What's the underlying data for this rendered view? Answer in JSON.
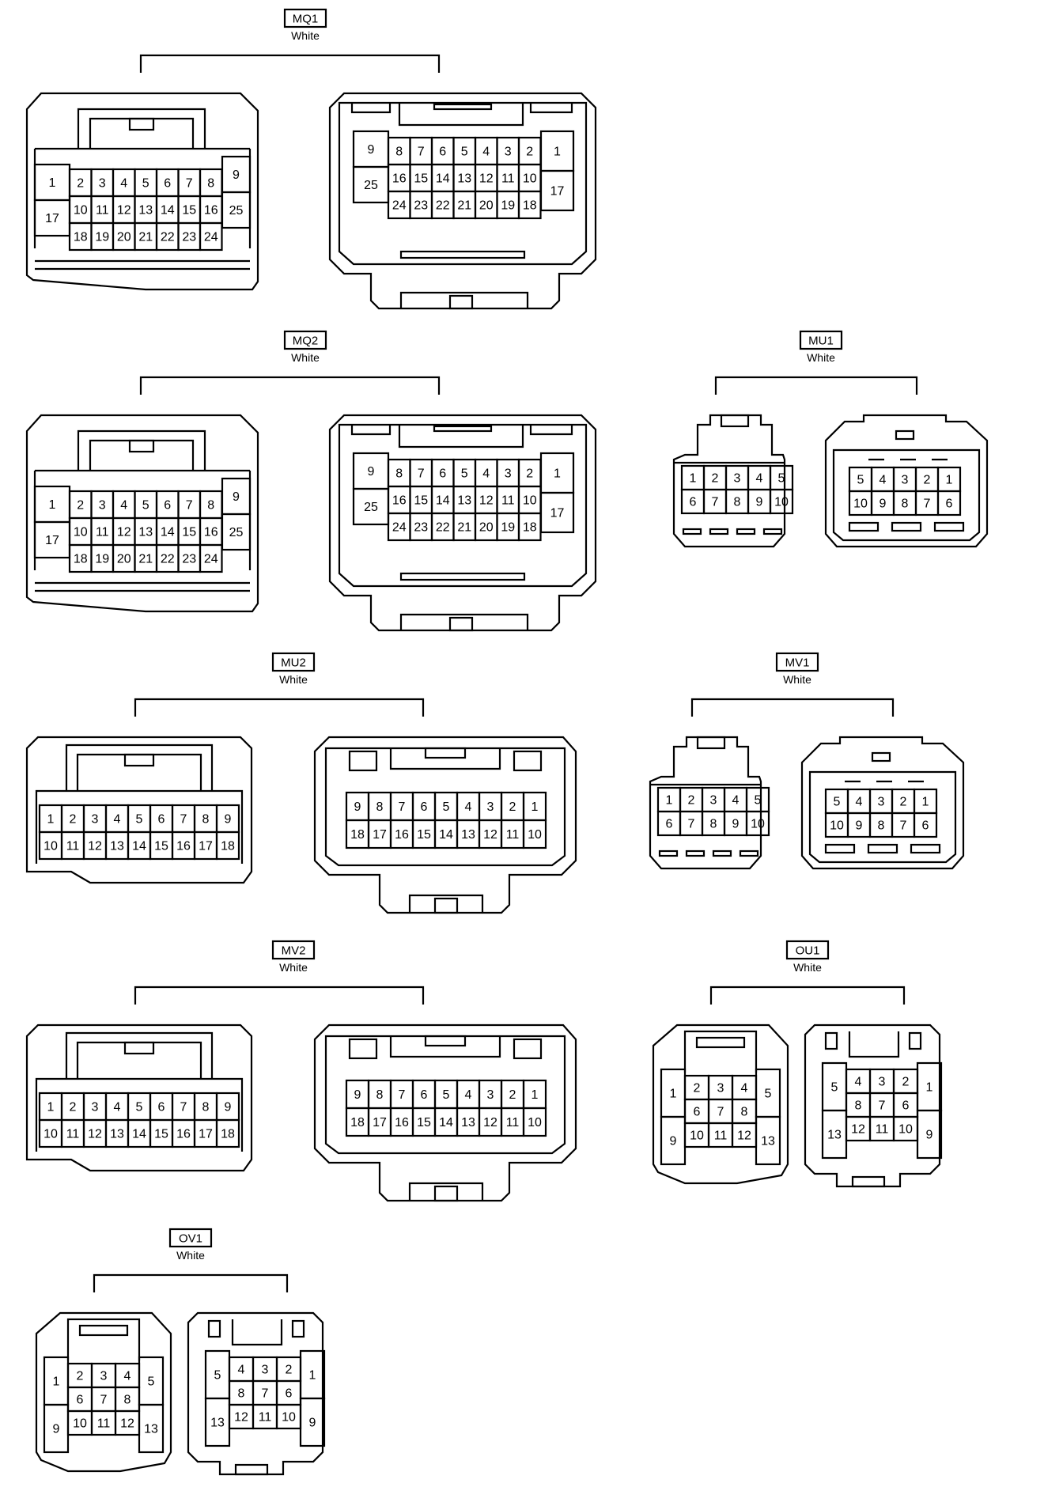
{
  "connectors": [
    {
      "id": "MQ1",
      "color": "White",
      "type": "25"
    },
    {
      "id": "MQ2",
      "color": "White",
      "type": "25"
    },
    {
      "id": "MU1",
      "color": "White",
      "type": "10"
    },
    {
      "id": "MU2",
      "color": "White",
      "type": "18"
    },
    {
      "id": "MV1",
      "color": "White",
      "type": "10"
    },
    {
      "id": "MV2",
      "color": "White",
      "type": "18"
    },
    {
      "id": "OU1",
      "color": "White",
      "type": "13"
    },
    {
      "id": "OV1",
      "color": "White",
      "type": "13"
    }
  ],
  "pinouts": {
    "25": {
      "left": [
        [
          "1",
          "17"
        ],
        [
          "2",
          "3",
          "4",
          "5",
          "6",
          "7",
          "8"
        ],
        [
          "10",
          "11",
          "12",
          "13",
          "14",
          "15",
          "16"
        ],
        [
          "18",
          "19",
          "20",
          "21",
          "22",
          "23",
          "24"
        ],
        [
          "9",
          "25"
        ]
      ],
      "right": [
        [
          "9",
          "25"
        ],
        [
          "8",
          "7",
          "6",
          "5",
          "4",
          "3",
          "2"
        ],
        [
          "16",
          "15",
          "14",
          "13",
          "12",
          "11",
          "10"
        ],
        [
          "24",
          "23",
          "22",
          "21",
          "20",
          "19",
          "18"
        ],
        [
          "1",
          "17"
        ]
      ]
    },
    "18": {
      "left": [
        [
          "1",
          "2",
          "3",
          "4",
          "5",
          "6",
          "7",
          "8",
          "9"
        ],
        [
          "10",
          "11",
          "12",
          "13",
          "14",
          "15",
          "16",
          "17",
          "18"
        ]
      ],
      "right": [
        [
          "9",
          "8",
          "7",
          "6",
          "5",
          "4",
          "3",
          "2",
          "1"
        ],
        [
          "18",
          "17",
          "16",
          "15",
          "14",
          "13",
          "12",
          "11",
          "10"
        ]
      ]
    },
    "10": {
      "left": [
        [
          "1",
          "2",
          "3",
          "4",
          "5"
        ],
        [
          "6",
          "7",
          "8",
          "9",
          "10"
        ]
      ],
      "right": [
        [
          "5",
          "4",
          "3",
          "2",
          "1"
        ],
        [
          "10",
          "9",
          "8",
          "7",
          "6"
        ]
      ]
    },
    "13": {
      "left": [
        [
          "1",
          "9"
        ],
        [
          "2",
          "3",
          "4"
        ],
        [
          "6",
          "7",
          "8"
        ],
        [
          "10",
          "11",
          "12"
        ],
        [
          "5",
          "13"
        ]
      ],
      "right": [
        [
          "5",
          "13"
        ],
        [
          "4",
          "3",
          "2"
        ],
        [
          "8",
          "7",
          "6"
        ],
        [
          "12",
          "11",
          "10"
        ],
        [
          "1",
          "9"
        ]
      ]
    }
  }
}
